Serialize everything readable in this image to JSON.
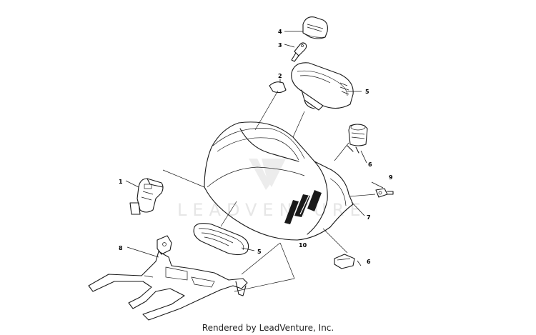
{
  "watermark_text": "LEADVENTURE",
  "footer_text": "Rendered by LeadVenture, Inc.",
  "callouts": {
    "c1": "1",
    "c2": "2",
    "c3": "3",
    "c4": "4",
    "c5a": "5",
    "c5b": "5",
    "c6a": "6",
    "c6b": "6",
    "c7": "7",
    "c8": "8",
    "c9": "9",
    "c10": "10"
  }
}
